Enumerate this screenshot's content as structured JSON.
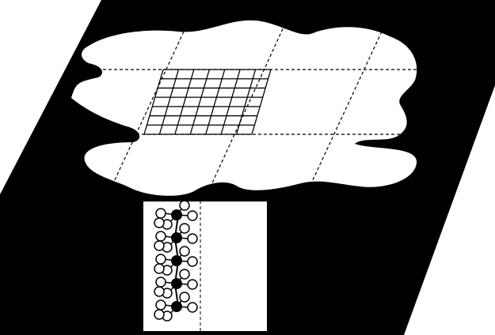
{
  "figure": {
    "kind": "schematic",
    "colors": {
      "background": "#ffffff",
      "slab": "#000000",
      "blob": "#ffffff",
      "lines": "#000000",
      "atom_filled": "#000000",
      "atom_open": "#ffffff"
    },
    "blob_grid": {
      "columns": 4,
      "rows": 3,
      "line_style": "dashed"
    },
    "fine_grid": {
      "columns": 7,
      "rows": 7,
      "line_style": "solid"
    },
    "column_inset": {
      "line_style": "dashed"
    },
    "molecule_chain": {
      "units": 5,
      "backbone_atom": "filled",
      "side_atoms": "open"
    }
  }
}
